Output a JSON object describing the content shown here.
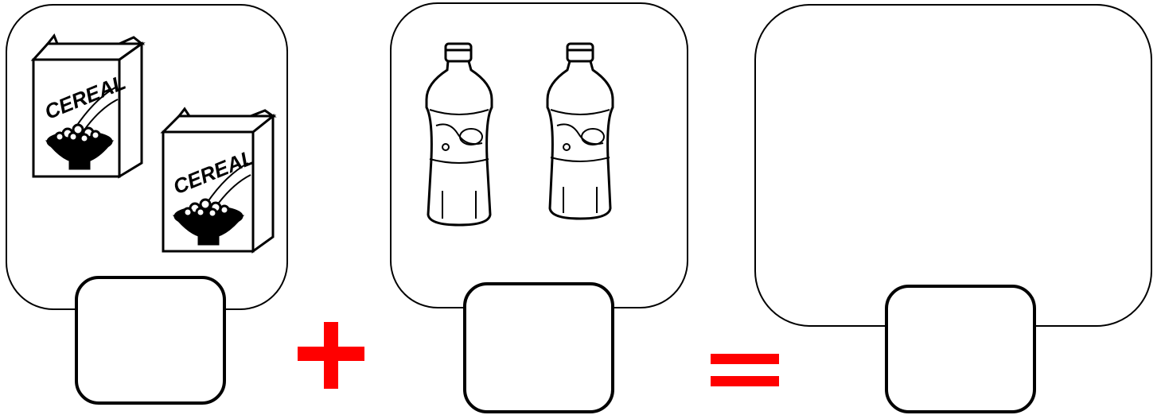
{
  "worksheet": {
    "groups": [
      {
        "item": "cereal",
        "item_icon": "cereal-box-icon",
        "count": 2,
        "box_label": "CEREAL"
      },
      {
        "item": "bottle",
        "item_icon": "bottle-icon",
        "count": 2
      },
      {
        "item": "",
        "count": 0
      }
    ],
    "operator_plus_icon": "plus-icon",
    "operator_equals_icon": "equals-icon",
    "operator_color": "#ff0000",
    "answer_boxes": [
      "",
      "",
      ""
    ]
  }
}
